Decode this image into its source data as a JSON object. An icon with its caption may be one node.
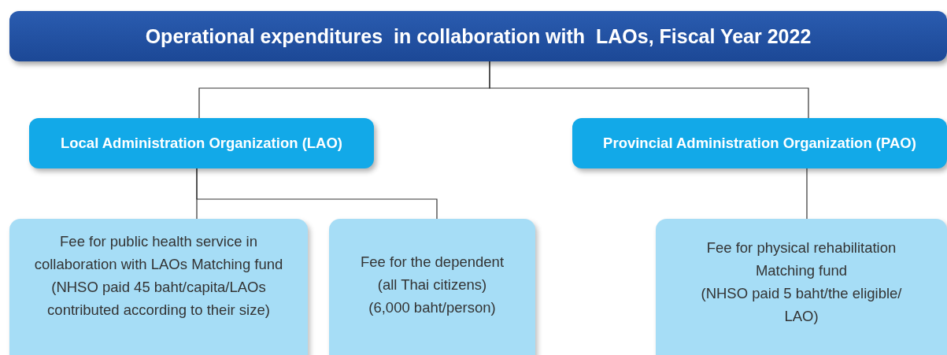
{
  "diagram": {
    "nodes": [
      {
        "text": [
          "Operational expenditures  in collaboration with  LAOs, Fiscal Year 2022"
        ]
      },
      {
        "text": [
          "Local Administration Organization (LAO)"
        ]
      },
      {
        "text": [
          "Provincial Administration Organization (PAO)"
        ]
      },
      {
        "text": [
          "Fee for public health service in collaboration with LAOs Matching fund",
          "(NHSO paid 45 baht/capita/LAOs contributed according to their size)"
        ]
      },
      {
        "text": [
          "Fee for the dependent",
          "(all Thai citizens)",
          "(6,000 baht/person)"
        ]
      },
      {
        "text": [
          "Fee for physical rehabilitation Matching fund",
          "(NHSO paid 5 baht/the eligible/ LAO)"
        ]
      }
    ],
    "edges": [
      {
        "from": 0,
        "to": 1,
        "arrow": "none"
      },
      {
        "from": 0,
        "to": 2,
        "arrow": "none"
      },
      {
        "from": 1,
        "to": 3,
        "arrow": "none"
      },
      {
        "from": 1,
        "to": 4,
        "arrow": "none"
      },
      {
        "from": 2,
        "to": 5,
        "arrow": "none"
      }
    ]
  }
}
